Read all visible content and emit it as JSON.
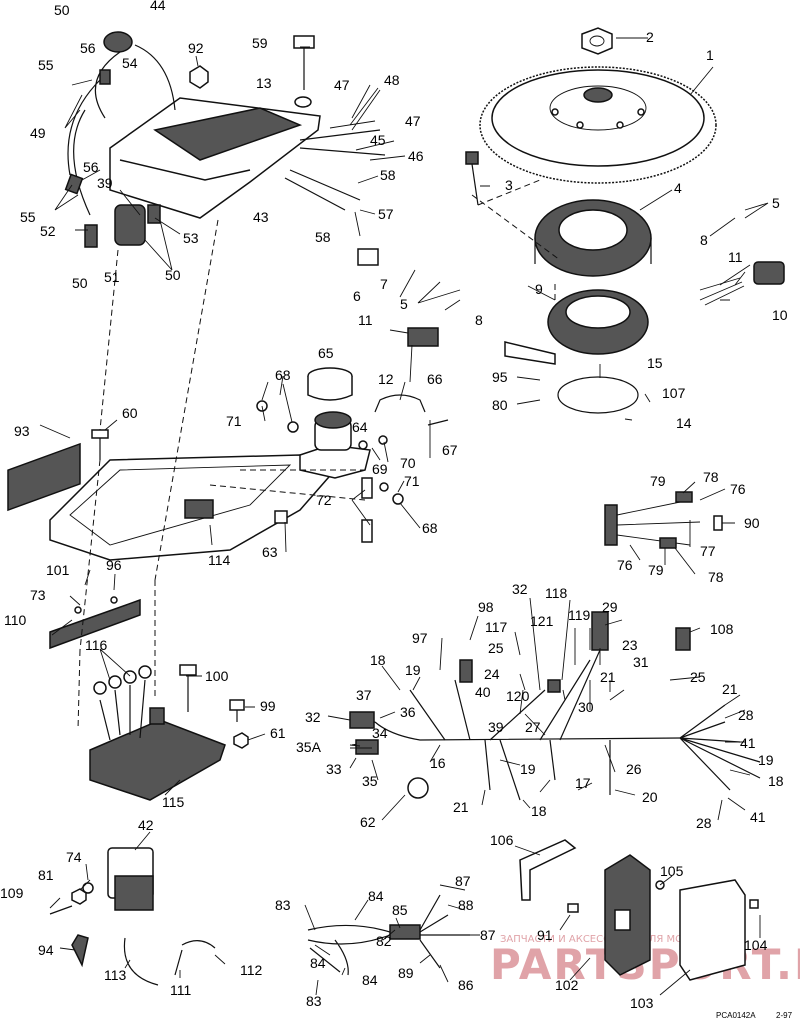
{
  "callouts": [
    {
      "id": "c-50a",
      "text": "50"
    },
    {
      "id": "c-44",
      "text": "44"
    },
    {
      "id": "c-56a",
      "text": "56"
    },
    {
      "id": "c-54",
      "text": "54"
    },
    {
      "id": "c-92",
      "text": "92"
    },
    {
      "id": "c-59",
      "text": "59"
    },
    {
      "id": "c-2",
      "text": "2"
    },
    {
      "id": "c-1",
      "text": "1"
    },
    {
      "id": "c-55a",
      "text": "55"
    },
    {
      "id": "c-13",
      "text": "13"
    },
    {
      "id": "c-47a",
      "text": "47"
    },
    {
      "id": "c-48",
      "text": "48"
    },
    {
      "id": "c-49",
      "text": "49"
    },
    {
      "id": "c-47b",
      "text": "47"
    },
    {
      "id": "c-45",
      "text": "45"
    },
    {
      "id": "c-46",
      "text": "46"
    },
    {
      "id": "c-56b",
      "text": "56"
    },
    {
      "id": "c-3",
      "text": "3"
    },
    {
      "id": "c-58a",
      "text": "58"
    },
    {
      "id": "c-39",
      "text": "39"
    },
    {
      "id": "c-55b",
      "text": "55"
    },
    {
      "id": "c-43",
      "text": "43"
    },
    {
      "id": "c-57",
      "text": "57"
    },
    {
      "id": "c-4",
      "text": "4"
    },
    {
      "id": "c-5a",
      "text": "5"
    },
    {
      "id": "c-52",
      "text": "52"
    },
    {
      "id": "c-53",
      "text": "53"
    },
    {
      "id": "c-58b",
      "text": "58"
    },
    {
      "id": "c-8a",
      "text": "8"
    },
    {
      "id": "c-50b",
      "text": "50"
    },
    {
      "id": "c-51",
      "text": "51"
    },
    {
      "id": "c-50c",
      "text": "50"
    },
    {
      "id": "c-7",
      "text": "7"
    },
    {
      "id": "c-11a",
      "text": "11"
    },
    {
      "id": "c-6",
      "text": "6"
    },
    {
      "id": "c-9",
      "text": "9"
    },
    {
      "id": "c-5b",
      "text": "5"
    },
    {
      "id": "c-10",
      "text": "10"
    },
    {
      "id": "c-8b",
      "text": "8"
    },
    {
      "id": "c-11b",
      "text": "11"
    },
    {
      "id": "c-65",
      "text": "65"
    },
    {
      "id": "c-12",
      "text": "12"
    },
    {
      "id": "c-68a",
      "text": "68"
    },
    {
      "id": "c-66",
      "text": "66"
    },
    {
      "id": "c-95",
      "text": "95"
    },
    {
      "id": "c-15",
      "text": "15"
    },
    {
      "id": "c-107",
      "text": "107"
    },
    {
      "id": "c-80",
      "text": "80"
    },
    {
      "id": "c-14",
      "text": "14"
    },
    {
      "id": "c-60",
      "text": "60"
    },
    {
      "id": "c-71a",
      "text": "71"
    },
    {
      "id": "c-93",
      "text": "93"
    },
    {
      "id": "c-64",
      "text": "64"
    },
    {
      "id": "c-67",
      "text": "67"
    },
    {
      "id": "c-70",
      "text": "70"
    },
    {
      "id": "c-69",
      "text": "69"
    },
    {
      "id": "c-79a",
      "text": "79"
    },
    {
      "id": "c-78a",
      "text": "78"
    },
    {
      "id": "c-71b",
      "text": "71"
    },
    {
      "id": "c-76a",
      "text": "76"
    },
    {
      "id": "c-72",
      "text": "72"
    },
    {
      "id": "c-68b",
      "text": "68"
    },
    {
      "id": "c-90",
      "text": "90"
    },
    {
      "id": "c-63",
      "text": "63"
    },
    {
      "id": "c-114",
      "text": "114"
    },
    {
      "id": "c-77",
      "text": "77"
    },
    {
      "id": "c-76b",
      "text": "76"
    },
    {
      "id": "c-79b",
      "text": "79"
    },
    {
      "id": "c-78b",
      "text": "78"
    },
    {
      "id": "c-101",
      "text": "101"
    },
    {
      "id": "c-96",
      "text": "96"
    },
    {
      "id": "c-32a",
      "text": "32"
    },
    {
      "id": "c-73",
      "text": "73"
    },
    {
      "id": "c-118",
      "text": "118"
    },
    {
      "id": "c-98",
      "text": "98"
    },
    {
      "id": "c-29",
      "text": "29"
    },
    {
      "id": "c-110",
      "text": "110"
    },
    {
      "id": "c-121",
      "text": "121"
    },
    {
      "id": "c-119",
      "text": "119"
    },
    {
      "id": "c-117",
      "text": "117"
    },
    {
      "id": "c-108",
      "text": "108"
    },
    {
      "id": "c-97",
      "text": "97"
    },
    {
      "id": "c-23",
      "text": "23"
    },
    {
      "id": "c-116",
      "text": "116"
    },
    {
      "id": "c-25a",
      "text": "25"
    },
    {
      "id": "c-31",
      "text": "31"
    },
    {
      "id": "c-18a",
      "text": "18"
    },
    {
      "id": "c-19a",
      "text": "19"
    },
    {
      "id": "c-24",
      "text": "24"
    },
    {
      "id": "c-100",
      "text": "100"
    },
    {
      "id": "c-21a",
      "text": "21"
    },
    {
      "id": "c-25b",
      "text": "25"
    },
    {
      "id": "c-37",
      "text": "37"
    },
    {
      "id": "c-40",
      "text": "40"
    },
    {
      "id": "c-120",
      "text": "120"
    },
    {
      "id": "c-30",
      "text": "30"
    },
    {
      "id": "c-21b",
      "text": "21"
    },
    {
      "id": "c-99",
      "text": "99"
    },
    {
      "id": "c-32b",
      "text": "32"
    },
    {
      "id": "c-36",
      "text": "36"
    },
    {
      "id": "c-39b",
      "text": "39"
    },
    {
      "id": "c-27",
      "text": "27"
    },
    {
      "id": "c-28a",
      "text": "28"
    },
    {
      "id": "c-61",
      "text": "61"
    },
    {
      "id": "c-34",
      "text": "34"
    },
    {
      "id": "c-41a",
      "text": "41"
    },
    {
      "id": "c-35A",
      "text": "35A"
    },
    {
      "id": "c-16",
      "text": "16"
    },
    {
      "id": "c-26",
      "text": "26"
    },
    {
      "id": "c-19b",
      "text": "19"
    },
    {
      "id": "c-33",
      "text": "33"
    },
    {
      "id": "c-19c",
      "text": "19"
    },
    {
      "id": "c-35",
      "text": "35"
    },
    {
      "id": "c-17",
      "text": "17"
    },
    {
      "id": "c-18b",
      "text": "18"
    },
    {
      "id": "c-115",
      "text": "115"
    },
    {
      "id": "c-21c",
      "text": "21"
    },
    {
      "id": "c-18c",
      "text": "18"
    },
    {
      "id": "c-20",
      "text": "20"
    },
    {
      "id": "c-62",
      "text": "62"
    },
    {
      "id": "c-28b",
      "text": "28"
    },
    {
      "id": "c-41b",
      "text": "41"
    },
    {
      "id": "c-42",
      "text": "42"
    },
    {
      "id": "c-106",
      "text": "106"
    },
    {
      "id": "c-74",
      "text": "74"
    },
    {
      "id": "c-105",
      "text": "105"
    },
    {
      "id": "c-81",
      "text": "81"
    },
    {
      "id": "c-87a",
      "text": "87"
    },
    {
      "id": "c-109",
      "text": "109"
    },
    {
      "id": "c-83a",
      "text": "83"
    },
    {
      "id": "c-84a",
      "text": "84"
    },
    {
      "id": "c-88",
      "text": "88"
    },
    {
      "id": "c-85",
      "text": "85"
    },
    {
      "id": "c-91",
      "text": "91"
    },
    {
      "id": "c-87b",
      "text": "87"
    },
    {
      "id": "c-104",
      "text": "104"
    },
    {
      "id": "c-94",
      "text": "94"
    },
    {
      "id": "c-82",
      "text": "82"
    },
    {
      "id": "c-84b",
      "text": "84"
    },
    {
      "id": "c-112",
      "text": "112"
    },
    {
      "id": "c-84c",
      "text": "84"
    },
    {
      "id": "c-89",
      "text": "89"
    },
    {
      "id": "c-86",
      "text": "86"
    },
    {
      "id": "c-102",
      "text": "102"
    },
    {
      "id": "c-113",
      "text": "113"
    },
    {
      "id": "c-111",
      "text": "111"
    },
    {
      "id": "c-83b",
      "text": "83"
    },
    {
      "id": "c-103",
      "text": "103"
    }
  ],
  "watermark": {
    "tagline": "ЗАПЧАСТИ И АКСЕССУАРЫ ДЛЯ МОТОТЕХНИКИ",
    "brand": "PARTSPORT.RU",
    "color": "#e0a3a8"
  },
  "footer": {
    "code": "PCA0142A",
    "date": "2-97"
  }
}
